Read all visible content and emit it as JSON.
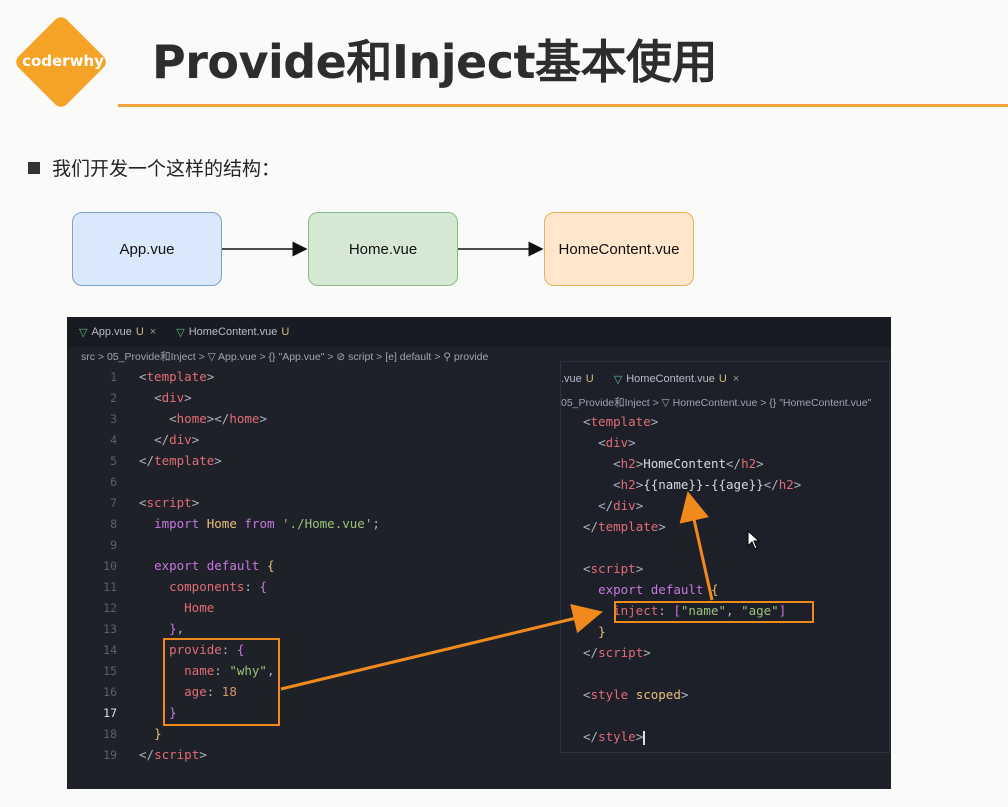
{
  "logo": {
    "text": "coderwhy"
  },
  "slide": {
    "title": "Provide和Inject基本使用",
    "bullet": "我们开发一个这样的结构："
  },
  "diagram": {
    "boxes": [
      "App.vue",
      "Home.vue",
      "HomeContent.vue"
    ]
  },
  "editor": {
    "tabs": [
      {
        "label": "App.vue",
        "modified": "U",
        "close": "×"
      },
      {
        "label": "HomeContent.vue",
        "modified": "U"
      }
    ],
    "breadcrumb": "src > 05_Provide和Inject > ▽ App.vue > {} \"App.vue\" > ⊘ script > [e] default > ⚲ provide",
    "line_numbers": [
      "1",
      "2",
      "3",
      "4",
      "5",
      "6",
      "7",
      "8",
      "9",
      "10",
      "11",
      "12",
      "13",
      "14",
      "15",
      "16",
      "17",
      "18",
      "19"
    ],
    "right": {
      "tabs": [
        {
          "label": ".vue",
          "modified": "U"
        },
        {
          "label": "HomeContent.vue",
          "modified": "U",
          "close": "×"
        }
      ],
      "breadcrumb": "05_Provide和Inject > ▽ HomeContent.vue > {} \"HomeContent.vue\""
    }
  },
  "colors": {
    "accent": "#f0a23a",
    "highlight": "#f08a1d"
  }
}
